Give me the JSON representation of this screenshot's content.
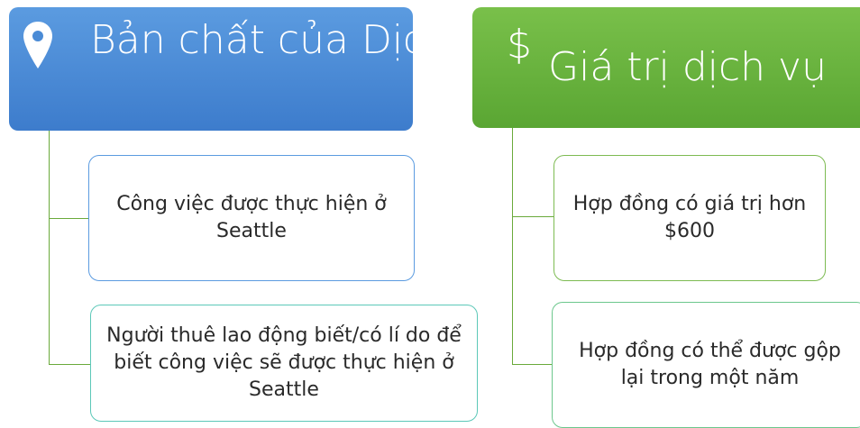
{
  "left_branch": {
    "title": "Bản chất của Dịch vụ",
    "icon": "map-pin-icon",
    "color": "#4a8bd6",
    "cards": [
      {
        "text": "Công việc được thực hiện ở Seattle"
      },
      {
        "text": "Người thuê lao động biết/có lí do để biết công việc sẽ được thực hiện ở Seattle"
      }
    ]
  },
  "right_branch": {
    "title": "Giá trị dịch vụ",
    "icon": "dollar-icon",
    "icon_glyph": "$",
    "color": "#6ab23f",
    "cards": [
      {
        "text": "Hợp đồng có giá trị hơn $600"
      },
      {
        "text": "Hợp đồng có thể được gộp lại trong một năm"
      }
    ]
  },
  "connector_color": "#6aaa3b"
}
